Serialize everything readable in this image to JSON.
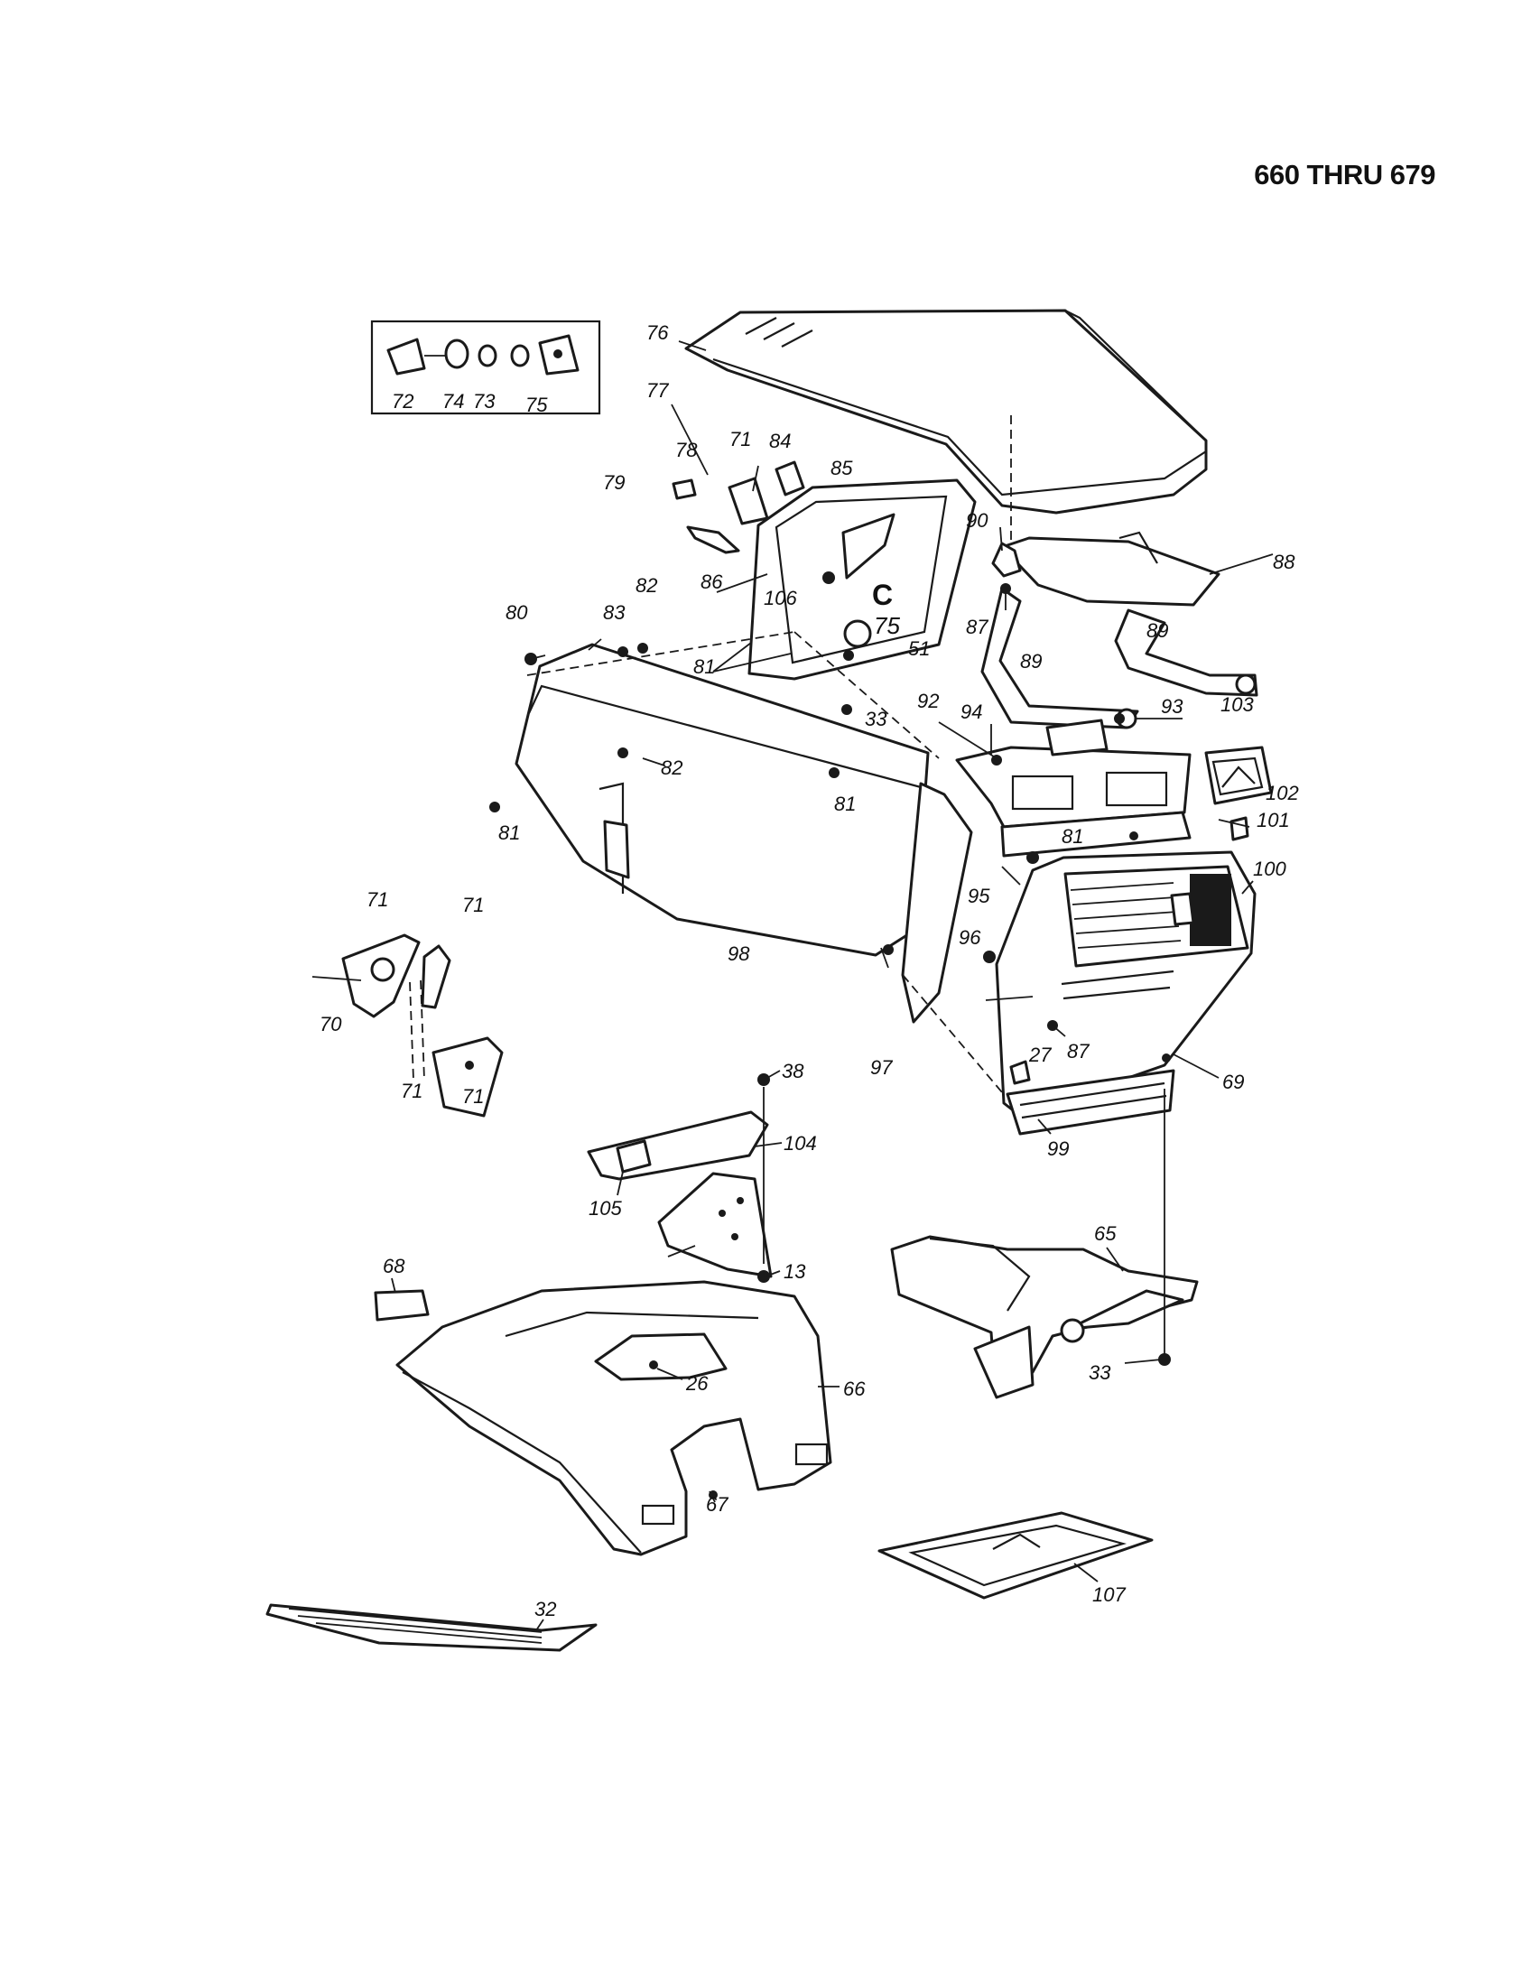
{
  "header": {
    "title": "660 THRU 679"
  },
  "callouts": [
    {
      "id": "c-76-top",
      "text": "76"
    },
    {
      "id": "c-72",
      "text": "72"
    },
    {
      "id": "c-74",
      "text": "74"
    },
    {
      "id": "c-73",
      "text": "73"
    },
    {
      "id": "c-75-inset",
      "text": "75"
    },
    {
      "id": "c-77",
      "text": "77"
    },
    {
      "id": "c-78",
      "text": "78"
    },
    {
      "id": "c-79",
      "text": "79"
    },
    {
      "id": "c-71-top",
      "text": "71"
    },
    {
      "id": "c-84",
      "text": "84"
    },
    {
      "id": "c-85",
      "text": "85"
    },
    {
      "id": "c-90",
      "text": "90"
    },
    {
      "id": "c-88",
      "text": "88"
    },
    {
      "id": "c-86",
      "text": "86"
    },
    {
      "id": "c-106",
      "text": "106"
    },
    {
      "id": "c-C",
      "text": "C"
    },
    {
      "id": "c-75-mid",
      "text": "75"
    },
    {
      "id": "c-51",
      "text": "51"
    },
    {
      "id": "c-87-top",
      "text": "87"
    },
    {
      "id": "c-89-left",
      "text": "89"
    },
    {
      "id": "c-89-right",
      "text": "89"
    },
    {
      "id": "c-80",
      "text": "80"
    },
    {
      "id": "c-83",
      "text": "83"
    },
    {
      "id": "c-82-top",
      "text": "82"
    },
    {
      "id": "c-81-mid",
      "text": "81"
    },
    {
      "id": "c-33-top",
      "text": "33"
    },
    {
      "id": "c-92",
      "text": "92"
    },
    {
      "id": "c-94",
      "text": "94"
    },
    {
      "id": "c-93",
      "text": "93"
    },
    {
      "id": "c-103",
      "text": "103"
    },
    {
      "id": "c-102",
      "text": "102"
    },
    {
      "id": "c-101",
      "text": "101"
    },
    {
      "id": "c-82-mid",
      "text": "82"
    },
    {
      "id": "c-81-a",
      "text": "81"
    },
    {
      "id": "c-81-b",
      "text": "81"
    },
    {
      "id": "c-81-c",
      "text": "81"
    },
    {
      "id": "c-100",
      "text": "100"
    },
    {
      "id": "c-95",
      "text": "95"
    },
    {
      "id": "c-96",
      "text": "96"
    },
    {
      "id": "c-98",
      "text": "98"
    },
    {
      "id": "c-97",
      "text": "97"
    },
    {
      "id": "c-87-low",
      "text": "87"
    },
    {
      "id": "c-27",
      "text": "27"
    },
    {
      "id": "c-69",
      "text": "69"
    },
    {
      "id": "c-99",
      "text": "99"
    },
    {
      "id": "c-71-a",
      "text": "71"
    },
    {
      "id": "c-71-b",
      "text": "71"
    },
    {
      "id": "c-70",
      "text": "70"
    },
    {
      "id": "c-71-c",
      "text": "71"
    },
    {
      "id": "c-71-d",
      "text": "71"
    },
    {
      "id": "c-38",
      "text": "38"
    },
    {
      "id": "c-104",
      "text": "104"
    },
    {
      "id": "c-105",
      "text": "105"
    },
    {
      "id": "c-13",
      "text": "13"
    },
    {
      "id": "c-65",
      "text": "65"
    },
    {
      "id": "c-68",
      "text": "68"
    },
    {
      "id": "c-33-low",
      "text": "33"
    },
    {
      "id": "c-26",
      "text": "26"
    },
    {
      "id": "c-66",
      "text": "66"
    },
    {
      "id": "c-67",
      "text": "67"
    },
    {
      "id": "c-107",
      "text": "107"
    },
    {
      "id": "c-32",
      "text": "32"
    }
  ]
}
